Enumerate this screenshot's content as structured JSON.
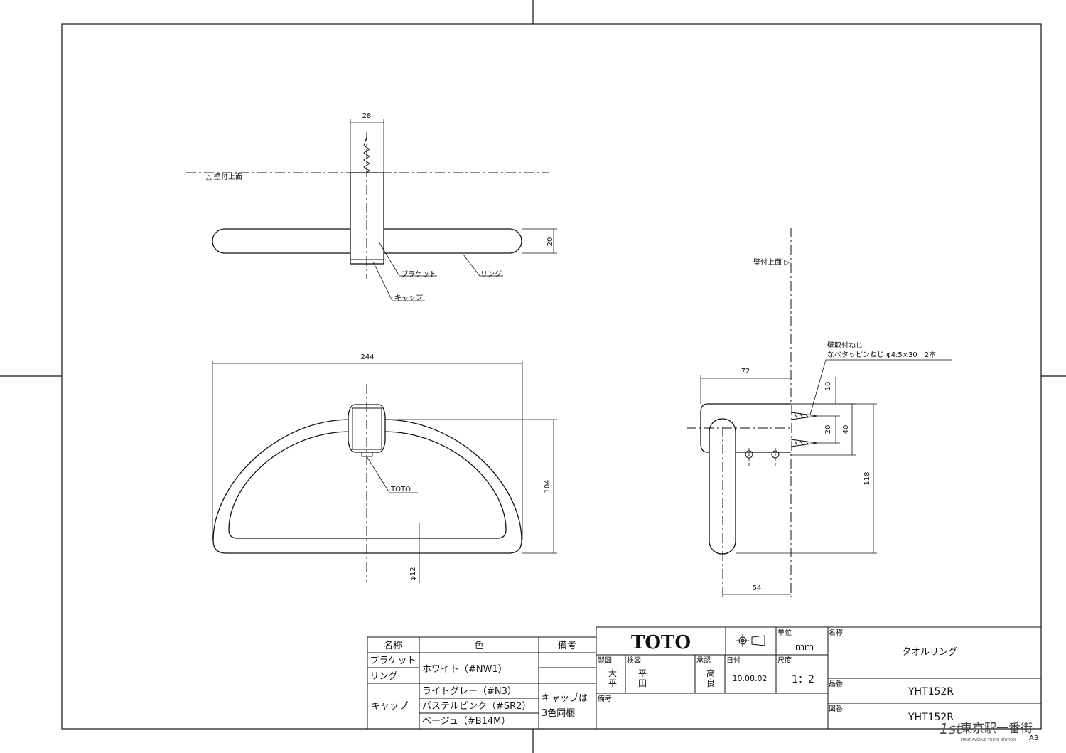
{
  "top_view": {
    "dim_width": "28",
    "dim_ring_thickness": "20",
    "wall_label": "△ 壁付上面",
    "label_bracket": "ブラケット",
    "label_ring": "リング",
    "label_cap": "キャップ"
  },
  "front_view": {
    "dim_width": "244",
    "dim_height": "104",
    "dim_diameter": "φ12",
    "label_logo": "TOTO"
  },
  "side_view": {
    "wall_label": "壁付上面 ▷",
    "screw_label_1": "壁取付ねじ",
    "screw_label_2": "なベタッピンねじ φ4.5×30　2本",
    "dim_depth": "72",
    "dim_10": "10",
    "dim_20": "20",
    "dim_40": "40",
    "dim_118": "118",
    "dim_54": "54"
  },
  "parts_table": {
    "headers": [
      "名称",
      "色",
      "備考"
    ],
    "row_bracket": "ブラケット",
    "row_ring": "リング",
    "row_cap": "キャップ",
    "color_white": "ホワイト（#NW1）",
    "color_gray": "ライトグレー（#N3）",
    "color_pink": "パステルピンク（#SR2）",
    "color_beige": "ベージュ（#B14M）",
    "note_line1": "キャップは",
    "note_line2": "3色同梱"
  },
  "title_block": {
    "logo": "TOTO",
    "unit_label": "単位",
    "unit_value": "ｍｍ",
    "name_label": "名称",
    "name_value": "タオルリング",
    "made_label": "製図",
    "made_value_1": "大",
    "made_value_2": "平",
    "check_label": "検図",
    "check_value_1": "平",
    "check_value_2": "田",
    "approve_label": "承認",
    "approve_value_1": "高",
    "approve_value_2": "良",
    "date_label": "日付",
    "date_value": "10.08.02",
    "scale_label": "尺度",
    "scale_value": "1：2",
    "product_label": "品番",
    "product_value": "YHT152R",
    "drawing_label": "図番",
    "drawing_value": "YHT152R",
    "notes_label": "備考"
  },
  "watermark": {
    "text": "東京駅一番街",
    "sub": "FIRST AVENUE TOKYO STATION"
  },
  "paper_size": "A3"
}
